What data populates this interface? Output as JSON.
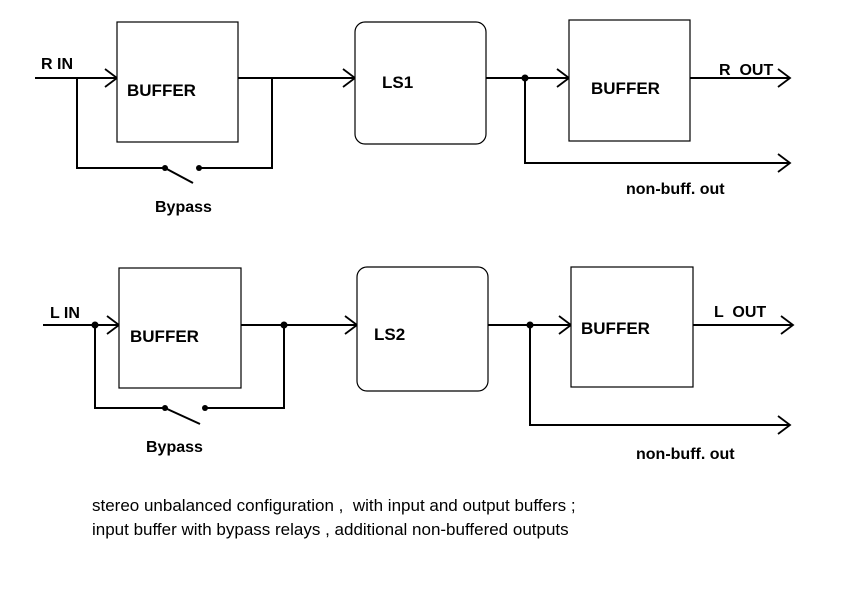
{
  "channels": {
    "right": {
      "input_label": "R IN",
      "input_buffer_label": "BUFFER",
      "stage_label": "LS1",
      "output_buffer_label": "BUFFER",
      "output_label": "R  OUT",
      "bypass_label": "Bypass",
      "non_buffered_label": "non-buff. out"
    },
    "left": {
      "input_label": "L IN",
      "input_buffer_label": "BUFFER",
      "stage_label": "LS2",
      "output_buffer_label": "BUFFER",
      "output_label": "L  OUT",
      "bypass_label": "Bypass",
      "non_buffered_label": "non-buff. out"
    }
  },
  "caption": {
    "line1": "stereo unbalanced configuration ,  with input and output buffers ;",
    "line2": "input buffer with bypass relays , additional non-buffered outputs"
  }
}
